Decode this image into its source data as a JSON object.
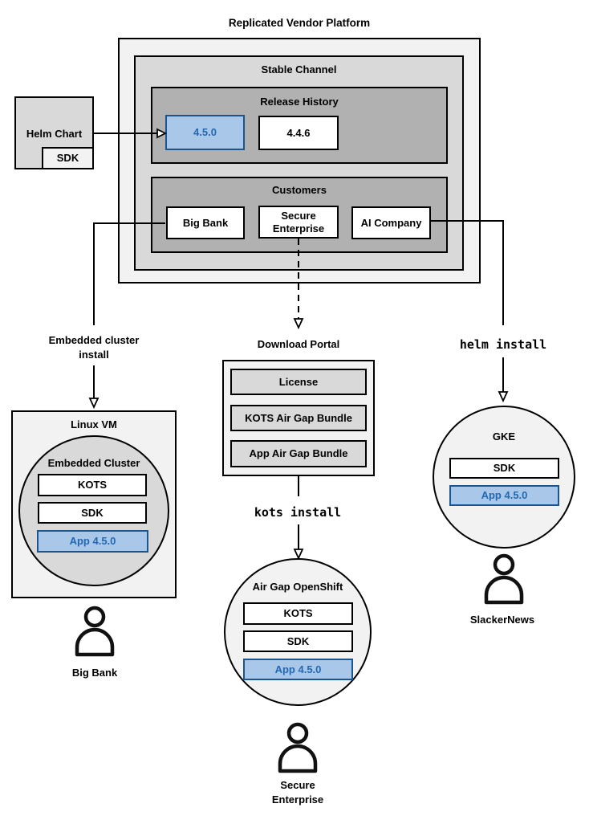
{
  "title": "Replicated Vendor Platform",
  "platform": {
    "channel_label": "Stable Channel",
    "release_history": {
      "label": "Release History",
      "release_new": "4.5.0",
      "release_old": "4.4.6"
    },
    "customers": {
      "label": "Customers",
      "c1": "Big Bank",
      "c2": "Secure Enterprise",
      "c3": "AI Company"
    }
  },
  "helm_chart": {
    "label": "Helm Chart",
    "sdk_label": "SDK"
  },
  "left_branch": {
    "install_label": "Embedded cluster install",
    "vm_label": "Linux VM",
    "cluster_label": "Embedded Cluster",
    "kots_label": "KOTS",
    "sdk_label": "SDK",
    "app_label": "App 4.5.0",
    "persona_label": "Big Bank"
  },
  "middle_branch": {
    "portal_label": "Download Portal",
    "portal_items": {
      "license": "License",
      "kots_bundle": "KOTS Air Gap Bundle",
      "app_bundle": "App Air Gap Bundle"
    },
    "command_label": "kots install",
    "cluster_label": "Air Gap OpenShift",
    "kots_label": "KOTS",
    "sdk_label": "SDK",
    "app_label": "App 4.5.0",
    "persona_label": "Secure Enterprise"
  },
  "right_branch": {
    "command_label": "helm install",
    "cluster_label": "GKE",
    "sdk_label": "SDK",
    "app_label": "App 4.5.0",
    "persona_label": "SlackerNews"
  },
  "colors": {
    "blue_fill": "#A9C7E8",
    "blue_border": "#1A5590",
    "blue_text": "#2268B2",
    "gray_light": "#F2F2F2",
    "gray_mid": "#D9D9D9",
    "gray_dark": "#B1B1B1"
  }
}
